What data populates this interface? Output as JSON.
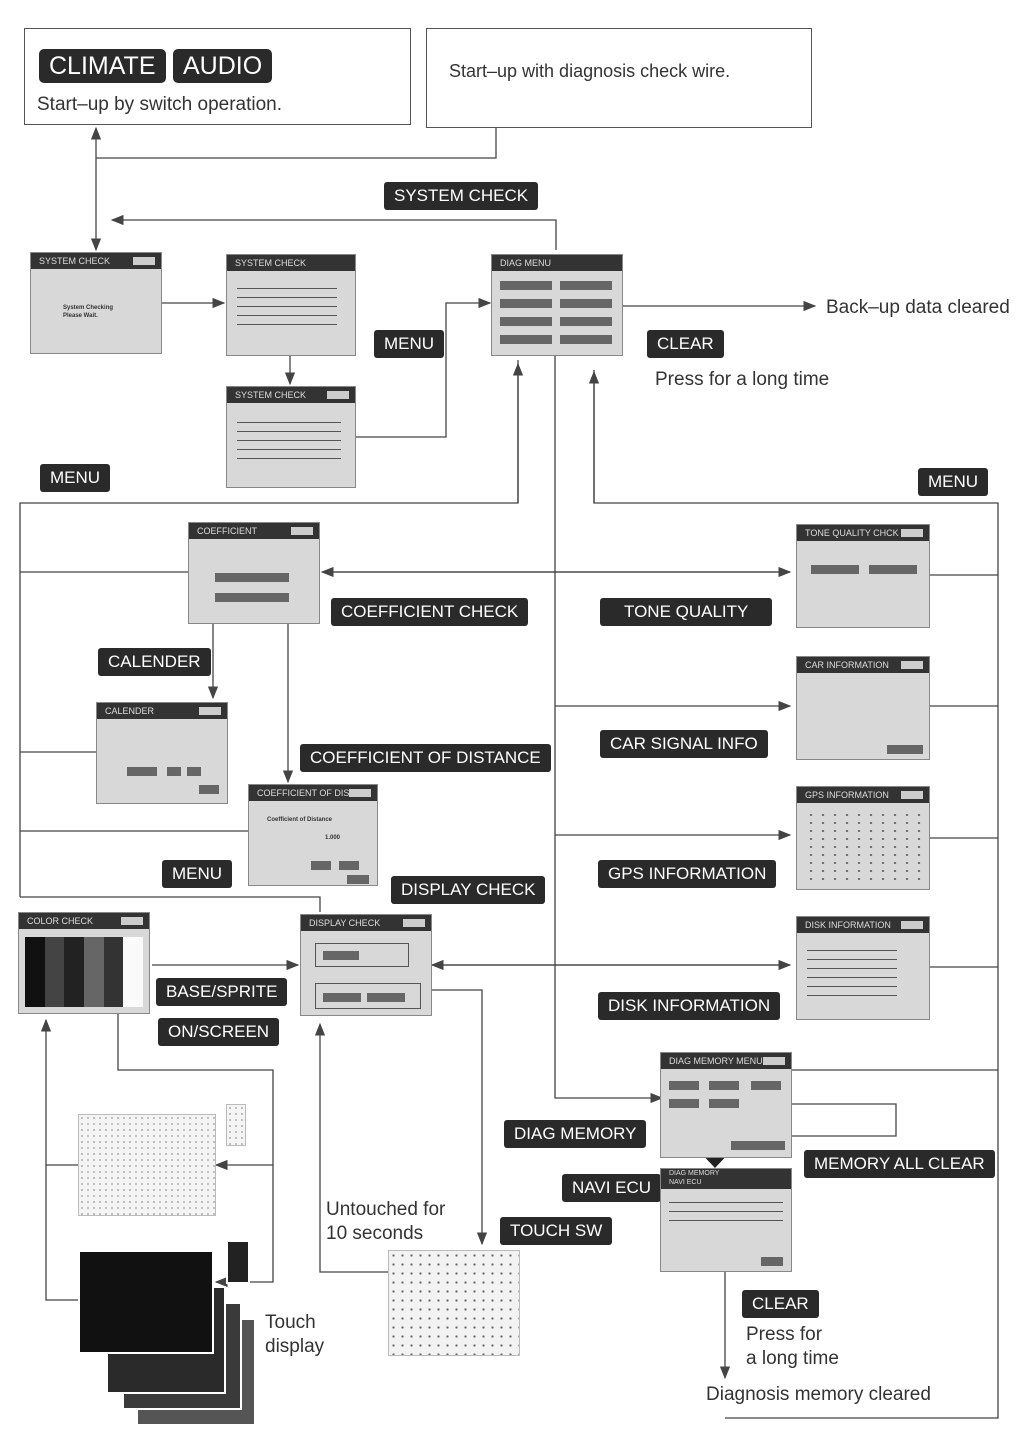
{
  "top": {
    "climate": "CLIMATE",
    "audio": "AUDIO",
    "switch_start": "Start–up by switch operation.",
    "wire_start": "Start–up with diagnosis check wire."
  },
  "tags": {
    "system_check": "SYSTEM CHECK",
    "menu": "MENU",
    "clear": "CLEAR",
    "coefficient_check": "COEFFICIENT CHECK",
    "tone_quality": "TONE QUALITY",
    "calender": "CALENDER",
    "car_signal_info": "CAR SIGNAL INFO",
    "coefficient_of_distance": "COEFFICIENT OF DISTANCE",
    "gps_information": "GPS INFORMATION",
    "display_check": "DISPLAY CHECK",
    "base_sprite": "BASE/SPRITE",
    "on_screen": "ON/SCREEN",
    "disk_information": "DISK INFORMATION",
    "diag_memory": "DIAG MEMORY",
    "memory_all_clear": "MEMORY ALL CLEAR",
    "navi_ecu": "NAVI ECU",
    "touch_sw": "TOUCH SW"
  },
  "texts": {
    "backup_cleared": "Back–up data cleared",
    "press_long": "Press for a long time",
    "untouched_1": "Untouched for",
    "untouched_2": "10 seconds",
    "touch_1": "Touch",
    "touch_2": "display",
    "press_for": "Press for",
    "a_long_time": "a long time",
    "diag_cleared": "Diagnosis memory cleared"
  },
  "screens": {
    "system_check": "SYSTEM CHECK",
    "system_checking_1": "System Checking",
    "system_checking_2": "Please Wait.",
    "diag_menu": "DIAG MENU",
    "coefficient": "COEFFICIENT",
    "calender": "CALENDER",
    "coefficient_of_dist": "COEFFICIENT OF DIST.",
    "coefficient_of_distance": "Coefficient of Distance",
    "distance_value": "1.000",
    "color_check": "COLOR CHECK",
    "display_check": "DISPLAY CHECK",
    "tone_quality_chck": "TONE QUALITY CHCK",
    "car_information": "CAR INFORMATION",
    "gps_information": "GPS INFORMATION",
    "disk_information": "DISK INFORMATION",
    "diag_memory_menu": "DIAG MEMORY MENU",
    "diag_memory_navi_1": "DIAG MEMORY",
    "diag_memory_navi_2": "NAVI ECU"
  },
  "colors": {
    "tag_bg": "#2a2a2a",
    "line": "#444444",
    "screen_bg": "#d8d8d8"
  }
}
